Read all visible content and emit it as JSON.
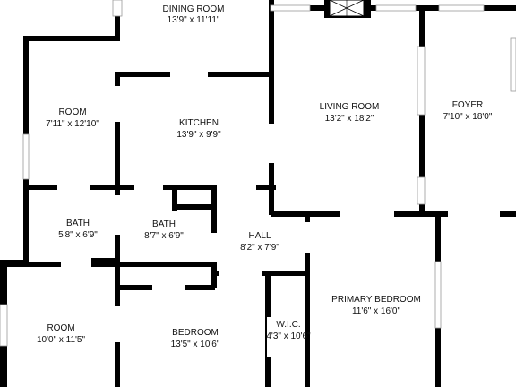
{
  "rooms": {
    "dining": {
      "name": "DINING ROOM",
      "dims": "13'9\" x 11'11\""
    },
    "room_a": {
      "name": "ROOM",
      "dims": "7'11\" x 12'10\""
    },
    "kitchen": {
      "name": "KITCHEN",
      "dims": "13'9\" x 9'9\""
    },
    "living": {
      "name": "LIVING ROOM",
      "dims": "13'2\" x 18'2\""
    },
    "foyer": {
      "name": "FOYER",
      "dims": "7'10\" x 18'0\""
    },
    "bath_a": {
      "name": "BATH",
      "dims": "5'8\" x 6'9\""
    },
    "bath_b": {
      "name": "BATH",
      "dims": "8'7\" x 6'9\""
    },
    "hall": {
      "name": "HALL",
      "dims": "8'2\" x 7'9\""
    },
    "primary": {
      "name": "PRIMARY BEDROOM",
      "dims": "11'6\" x 16'0\""
    },
    "room_b": {
      "name": "ROOM",
      "dims": "10'0\" x 11'5\""
    },
    "bedroom": {
      "name": "BEDROOM",
      "dims": "13'5\" x 10'6\""
    },
    "wic": {
      "name": "W.I.C.",
      "dims": "4'3\" x 10'6\""
    }
  }
}
